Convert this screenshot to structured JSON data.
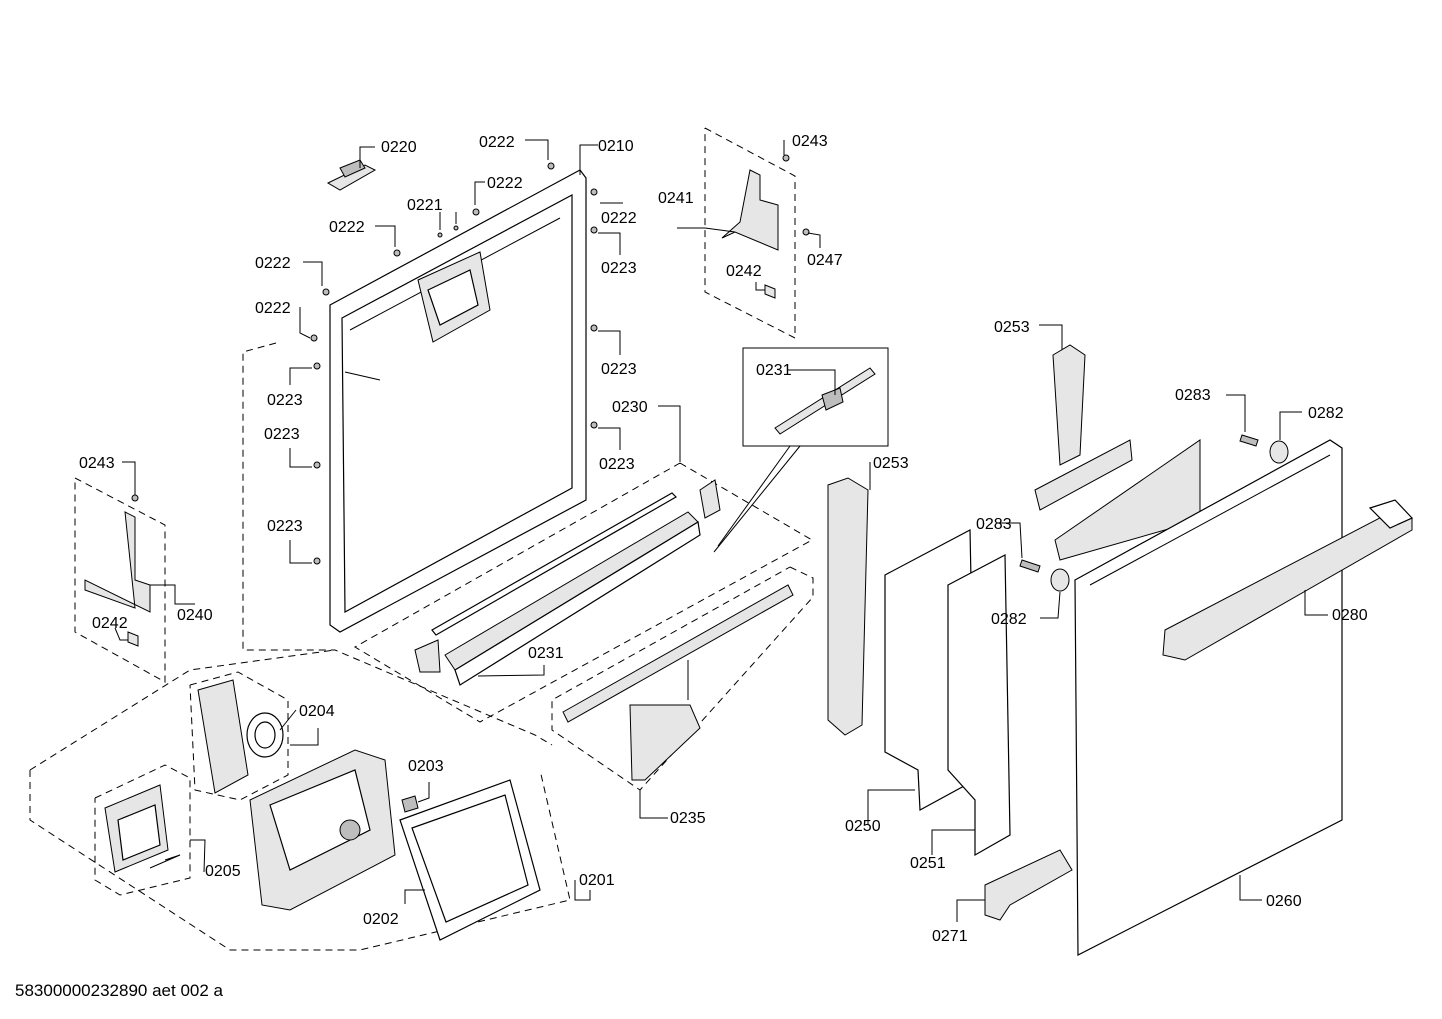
{
  "document_id": "58300000232890 aet 002 a",
  "callouts": {
    "c0220": "0220",
    "c0222a": "0222",
    "c0210": "0210",
    "c0222b": "0222",
    "c0221": "0221",
    "c0222c": "0222",
    "c0222d": "0222",
    "c0223a": "0223",
    "c0222e": "0222",
    "c0222f": "0222",
    "c0223b": "0223",
    "c0223c": "0223",
    "c0223d": "0223",
    "c0223e": "0223",
    "c0223f": "0223",
    "c0230": "0230",
    "c0243a": "0243",
    "c0241": "0241",
    "c0247": "0247",
    "c0242a": "0242",
    "c0243b": "0243",
    "c0240": "0240",
    "c0242b": "0242",
    "c0231a": "0231",
    "c0231b": "0231",
    "c0204": "0204",
    "c0203": "0203",
    "c0205": "0205",
    "c0202": "0202",
    "c0201": "0201",
    "c0235": "0235",
    "c0253a": "0253",
    "c0253b": "0253",
    "c0283a": "0283",
    "c0282a": "0282",
    "c0283b": "0283",
    "c0282b": "0282",
    "c0280": "0280",
    "c0250": "0250",
    "c0251": "0251",
    "c0260": "0260",
    "c0271": "0271"
  }
}
